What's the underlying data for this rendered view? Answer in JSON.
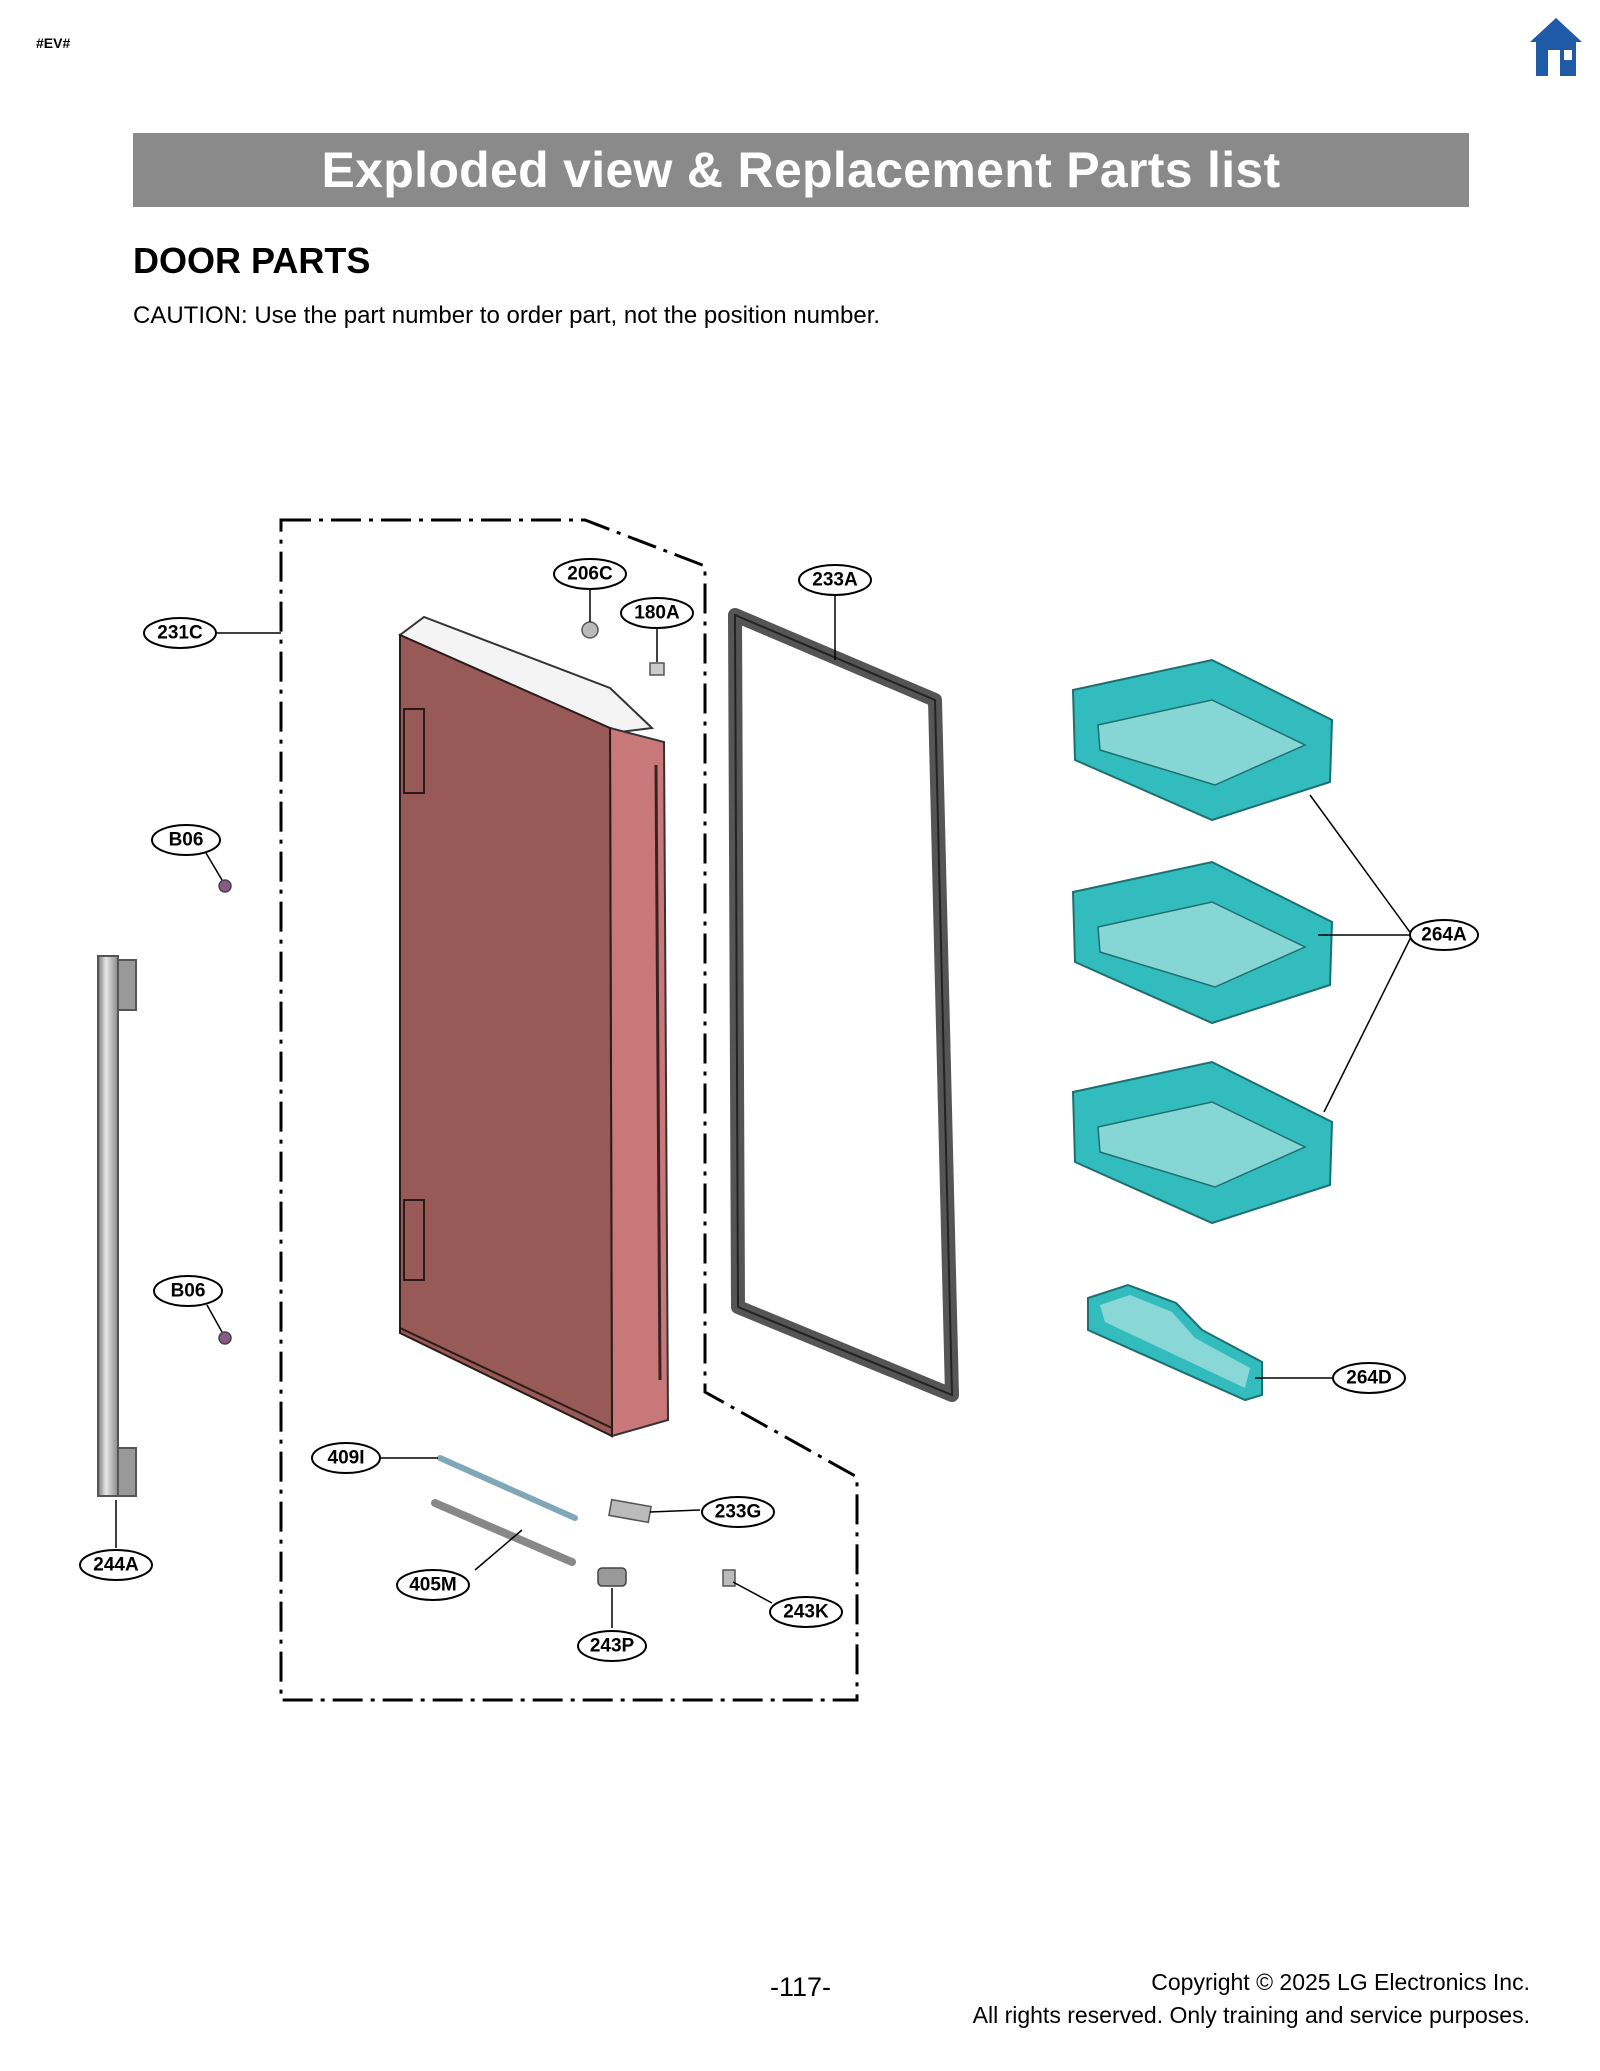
{
  "header": {
    "marker": "#EV#",
    "home_icon": "home-icon",
    "title": "Exploded view & Replacement Parts list"
  },
  "section": {
    "title": "DOOR PARTS",
    "caution": "CAUTION: Use the part number to order part, not the position number."
  },
  "callouts": {
    "c206C": "206C",
    "c180A": "180A",
    "c233A": "233A",
    "c231C": "231C",
    "cB06a": "B06",
    "cB06b": "B06",
    "c264A": "264A",
    "c264D": "264D",
    "c409I": "409I",
    "c233G": "233G",
    "c405M": "405M",
    "c243K": "243K",
    "c243P": "243P",
    "c244A": "244A"
  },
  "colors": {
    "title_bar": "#8a8a8a",
    "door_panel": "#975a56",
    "door_edge": "#c87878",
    "bin": "#33bcbd",
    "home_icon": "#1f5aa6"
  },
  "footer": {
    "page_number": "-117-",
    "copyright_line1": "Copyright © 2025 LG Electronics Inc.",
    "copyright_line2": "All rights reserved. Only training and service purposes."
  }
}
